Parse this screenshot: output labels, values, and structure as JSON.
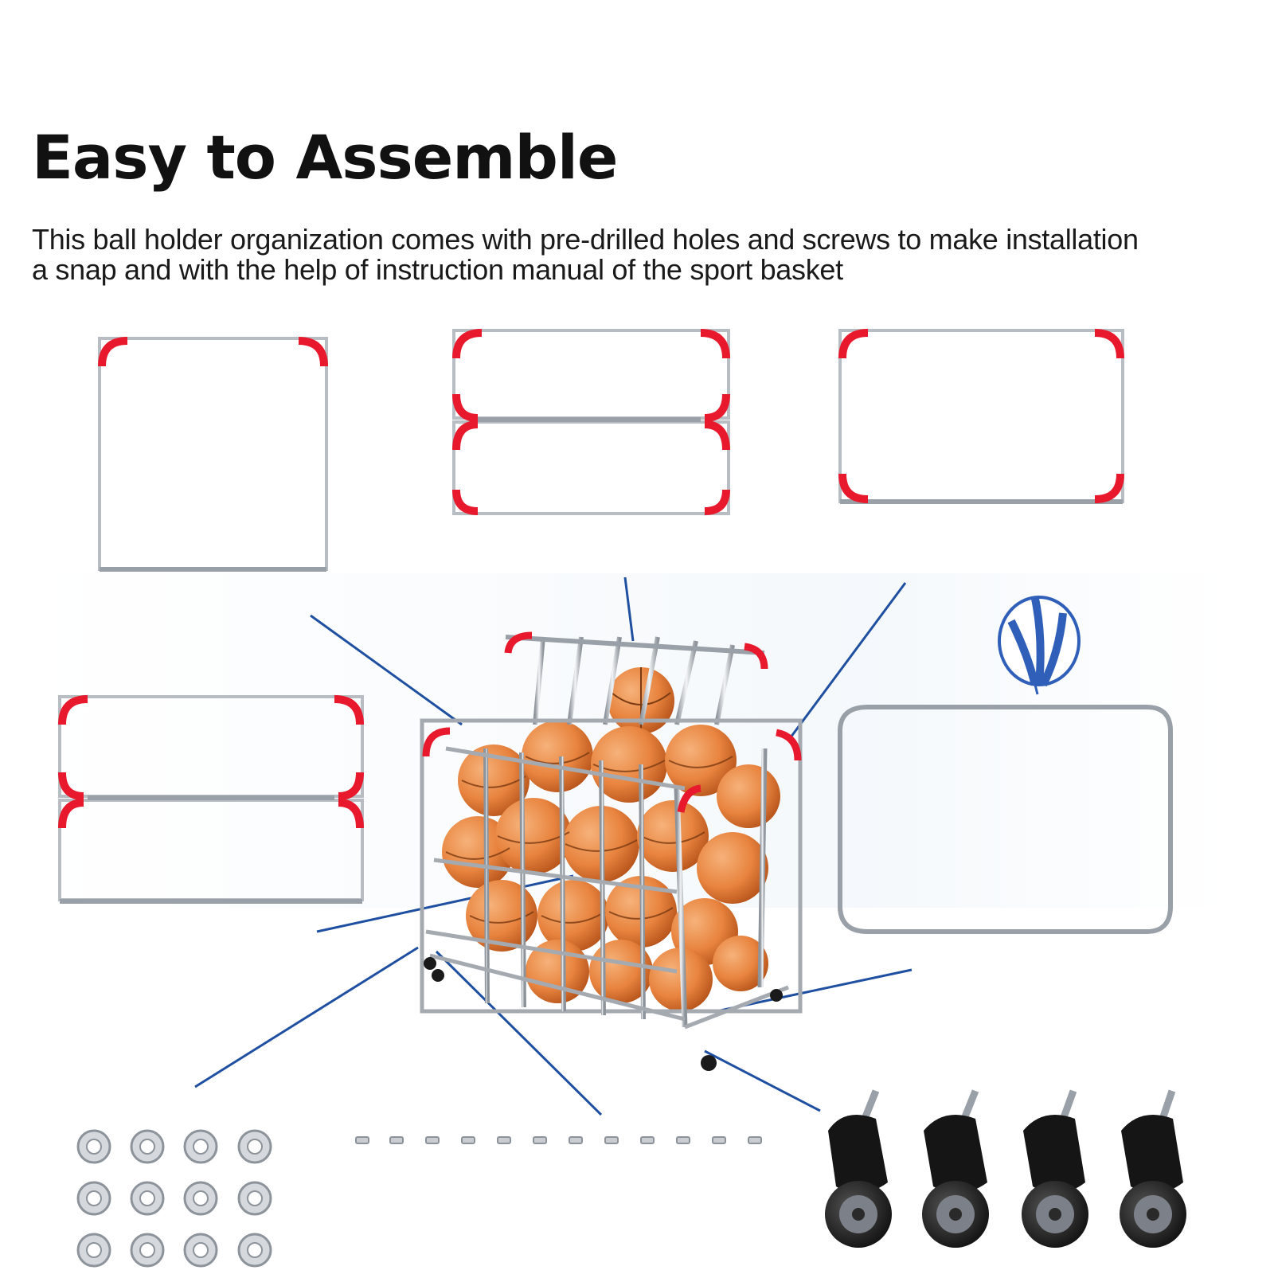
{
  "heading": {
    "title": "Easy to Assemble",
    "description_line1": "This ball holder organization comes with pre-drilled holes and screws to make installation",
    "description_line2": "a snap and with the help of instruction manual of the sport basket"
  },
  "illustration": {
    "parts": [
      {
        "name": "side-panel",
        "count": 1
      },
      {
        "name": "front-panel-split",
        "count": 1
      },
      {
        "name": "rear-panel",
        "count": 1
      },
      {
        "name": "front-panel-split-lower",
        "count": 1
      },
      {
        "name": "bottom-rack",
        "count": 1
      },
      {
        "name": "assembled-ball-cart",
        "count": 1
      },
      {
        "name": "nuts",
        "count": 12
      },
      {
        "name": "bolts",
        "count": 12
      },
      {
        "name": "caster-wheels",
        "count": 4
      }
    ],
    "colors": {
      "frame": "#c9cdd2",
      "frame_edge": "#8d939a",
      "corner_guard": "#e8192c",
      "leader_line": "#1f4fa0",
      "ball": "#e8843f",
      "ball_seam": "#7a3a12",
      "wheel": "#1a1a1a",
      "balloon_blue": "#2f5fb8"
    }
  }
}
